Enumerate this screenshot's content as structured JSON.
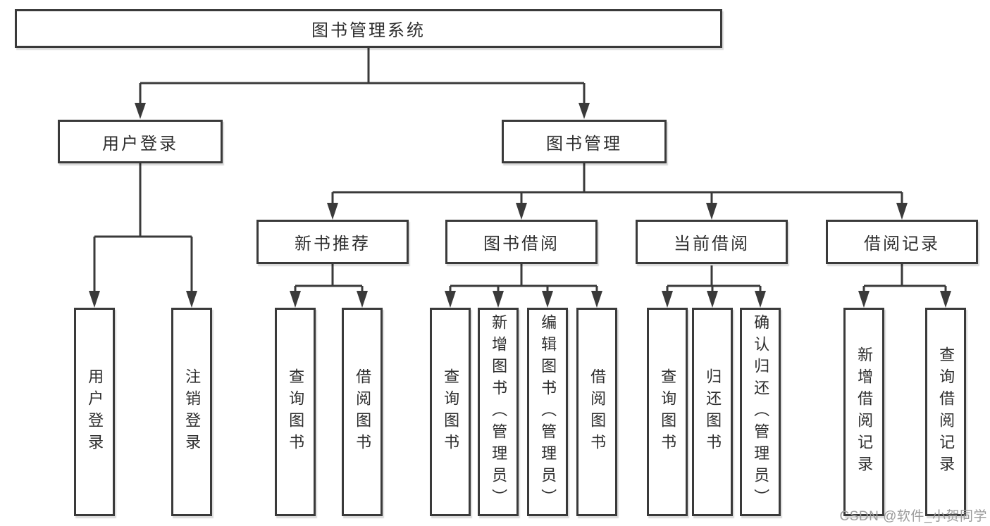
{
  "colors": {
    "background": "#ffffff",
    "line": "#3a3a3a",
    "box_border": "#3a3a3a",
    "text": "#2e2e2e",
    "watermark": "#9b9b9b"
  },
  "watermark": {
    "text": "CSDN @软件_小贺同学"
  },
  "tree": {
    "label": "图书管理系统",
    "children": [
      {
        "label": "用户登录",
        "children": [
          {
            "label": "用户登录"
          },
          {
            "label": "注销登录"
          }
        ]
      },
      {
        "label": "图书管理",
        "children": [
          {
            "label": "新书推荐",
            "children": [
              {
                "label": "查询图书"
              },
              {
                "label": "借阅图书"
              }
            ]
          },
          {
            "label": "图书借阅",
            "children": [
              {
                "label": "查询图书"
              },
              {
                "label": "新增图书（管理员）"
              },
              {
                "label": "编辑图书（管理员）"
              },
              {
                "label": "借阅图书"
              }
            ]
          },
          {
            "label": "当前借阅",
            "children": [
              {
                "label": "查询图书"
              },
              {
                "label": "归还图书"
              },
              {
                "label": "确认归还（管理员）"
              }
            ]
          },
          {
            "label": "借阅记录",
            "children": [
              {
                "label": "新增借阅记录"
              },
              {
                "label": "查询借阅记录"
              }
            ]
          }
        ]
      }
    ]
  }
}
